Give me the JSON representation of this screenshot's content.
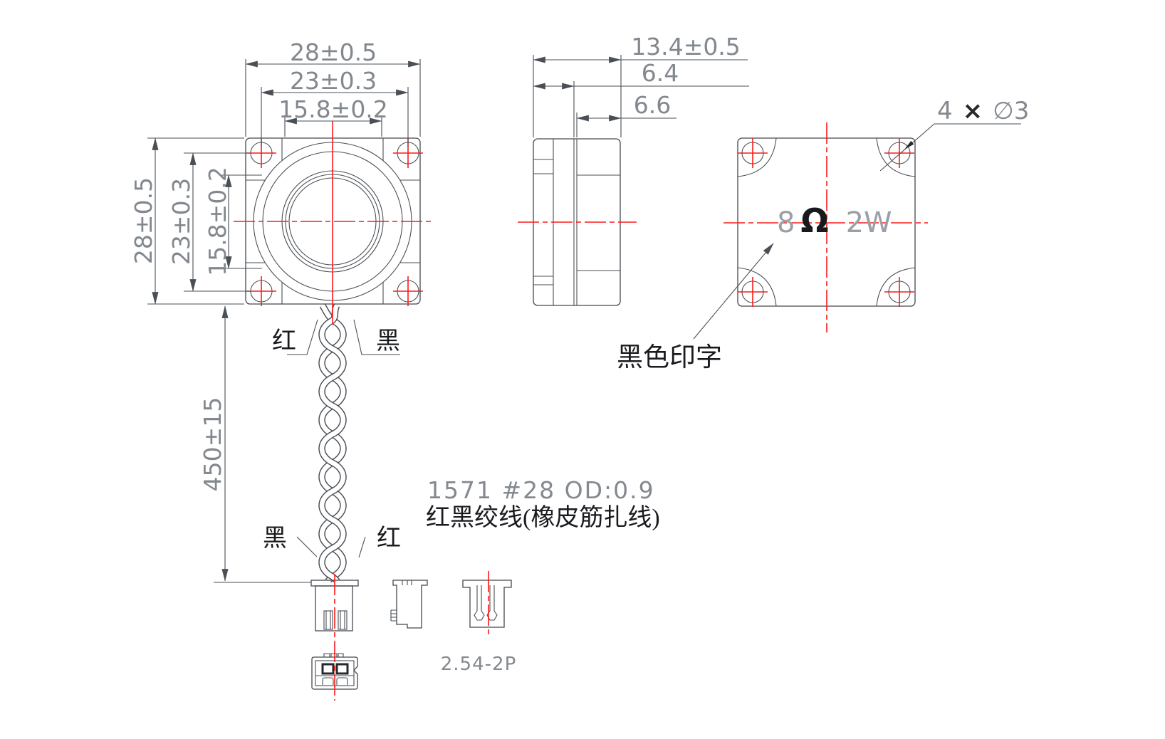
{
  "front_view": {
    "dim_top_outer": "28±0.5",
    "dim_top_holes": "23±0.3",
    "dim_top_cone": "15.8±0.2",
    "dim_left_outer": "28±0.5",
    "dim_left_holes": "23±0.3",
    "dim_left_cone": "15.8±0.2"
  },
  "side_view": {
    "dim_total": "13.4±0.5",
    "dim_front": "6.4",
    "dim_rear": "6.6"
  },
  "back_view": {
    "callout_count": "4",
    "callout_times": "×",
    "callout_dia": "∅3",
    "mark_ohm_value": "8",
    "mark_ohm_symbol": "Ω",
    "mark_power": "2W",
    "note_print": "黑色印字"
  },
  "wire": {
    "label_red_top": "红",
    "label_black_top": "黑",
    "label_black_bottom": "黑",
    "label_red_bottom": "红",
    "dim_length": "450±15",
    "spec_line1": "1571  #28  OD:0.9",
    "spec_line2": "红黑绞线(橡皮筋扎线)"
  },
  "connector": {
    "label": "2.54-2P"
  },
  "colors": {
    "line": "#43484e",
    "centerline_red": "#fb1a1a",
    "dim_text": "#82888e",
    "dark_text": "#17191c",
    "light_marking_text": "#9aa0a6"
  }
}
